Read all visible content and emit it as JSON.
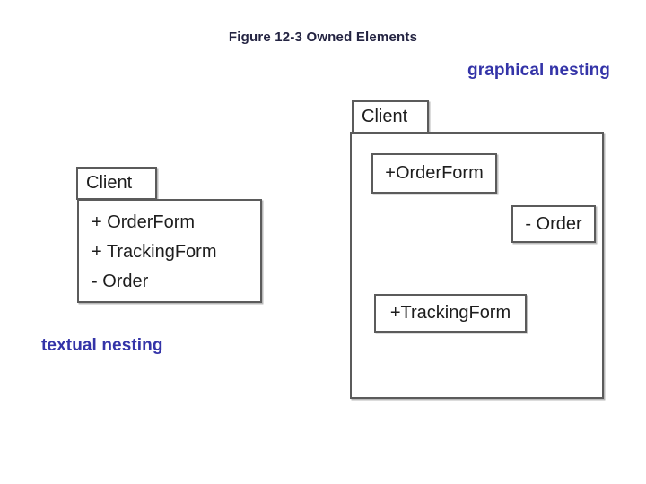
{
  "figure": {
    "title": "Figure 12-3 Owned Elements",
    "title_color": "#242442",
    "annotation_color": "#3434a8",
    "border_color": "#5b5b5b",
    "background_color": "#ffffff"
  },
  "annotations": {
    "textual": "textual nesting",
    "graphical": "graphical nesting"
  },
  "left_package": {
    "name": "Client",
    "members": [
      {
        "label": "+ OrderForm"
      },
      {
        "label": "+ TrackingForm"
      },
      {
        "label": "- Order"
      }
    ]
  },
  "right_package": {
    "name": "Client",
    "nested": [
      {
        "label": "+OrderForm"
      },
      {
        "label": "- Order"
      },
      {
        "label": "+TrackingForm"
      }
    ]
  }
}
